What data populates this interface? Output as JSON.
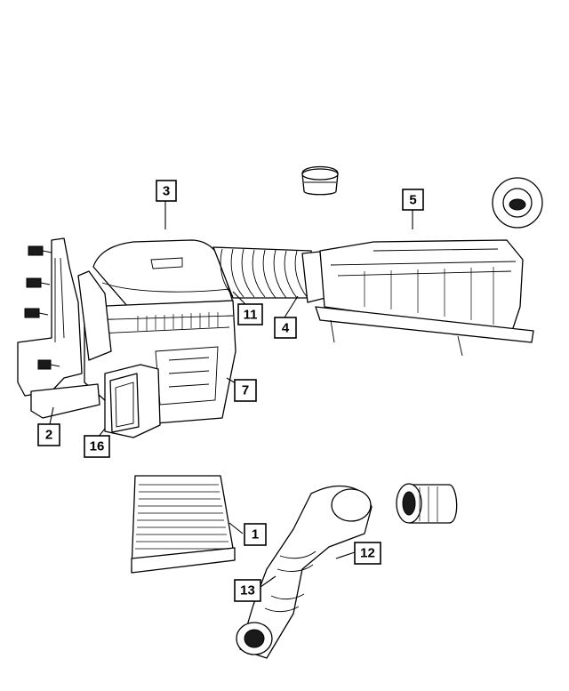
{
  "callouts": [
    {
      "id": "c1",
      "label": "1"
    },
    {
      "id": "c2",
      "label": "2"
    },
    {
      "id": "c3",
      "label": "3"
    },
    {
      "id": "c4",
      "label": "4"
    },
    {
      "id": "c5",
      "label": "5"
    },
    {
      "id": "c7",
      "label": "7"
    },
    {
      "id": "c11",
      "label": "11"
    },
    {
      "id": "c12",
      "label": "12"
    },
    {
      "id": "c13",
      "label": "13"
    },
    {
      "id": "c16",
      "label": "16"
    }
  ]
}
